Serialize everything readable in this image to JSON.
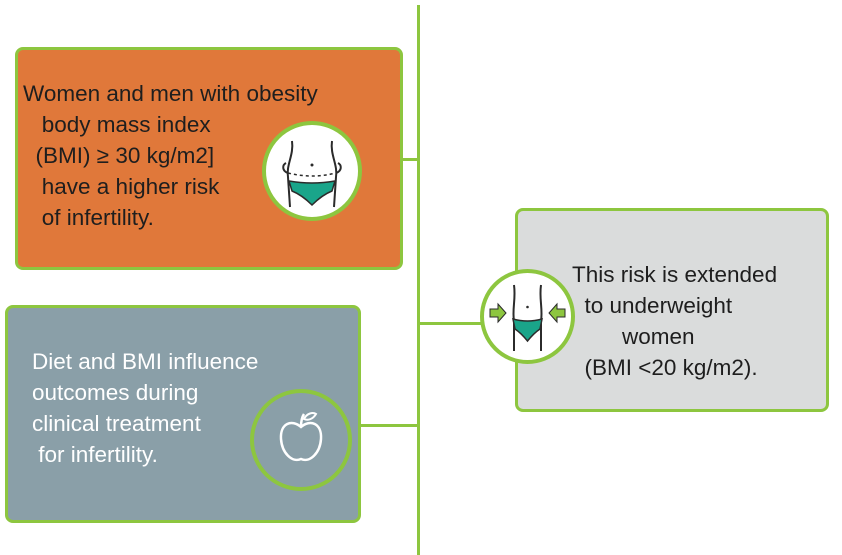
{
  "boxes": {
    "obesity": {
      "text": "Women and men with obesity\n   body mass index\n  (BMI) ≥ 30 kg/m2]\n   have a higher risk\n   of infertility.",
      "icon": "obesity-torso-icon"
    },
    "underweight": {
      "text": "This risk is extended\n  to underweight\n        women\n  (BMI <20 kg/m2).",
      "icon": "underweight-torso-icon"
    },
    "diet": {
      "text": "Diet and BMI influence\noutcomes during\nclinical treatment\n for infertility.",
      "icon": "apple-icon"
    }
  },
  "colors": {
    "accent_green": "#8dc63f",
    "orange_box": "#e0783a",
    "gray_box": "#dadcdc",
    "blue_box": "#8a9fa8",
    "icon_fill_green": "#1aa58a"
  }
}
